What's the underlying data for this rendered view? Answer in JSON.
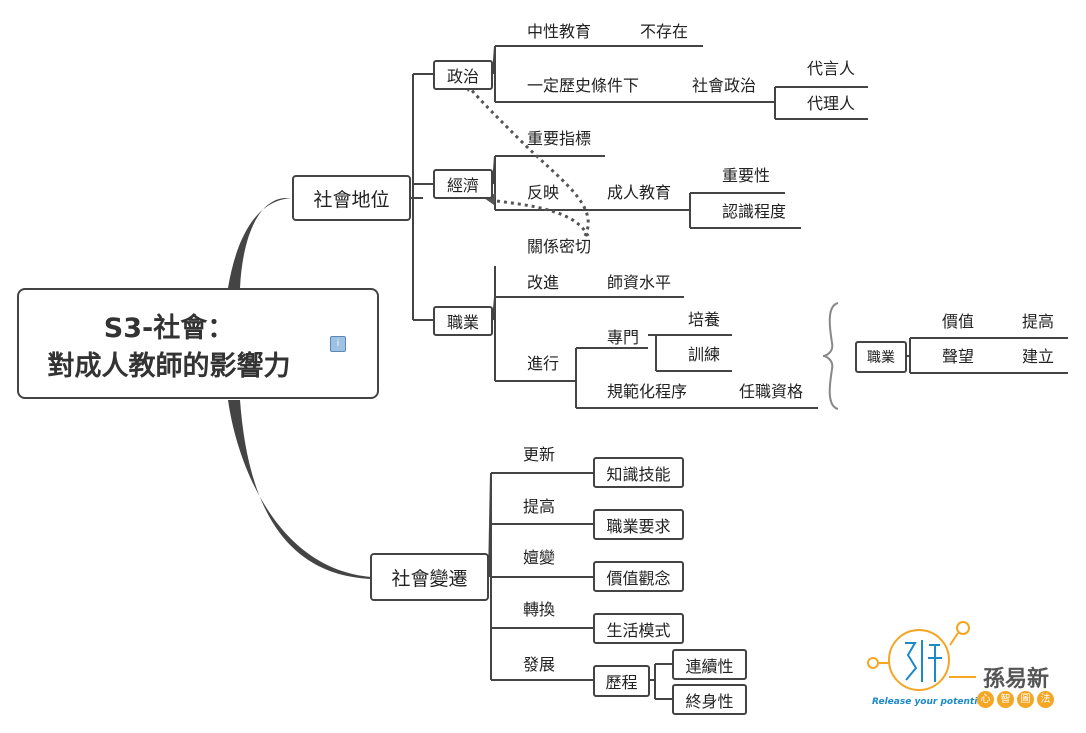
{
  "root": {
    "title_line1": "S3-社會：",
    "title_line2": "對成人教師的影響力",
    "note_icon": "note-icon"
  },
  "branches": {
    "status": {
      "label": "社會地位",
      "politics": {
        "label": "政治",
        "neutral_edu": "中性教育",
        "not_exist": "不存在",
        "historical": "一定歷史條件下",
        "social_politics": "社會政治",
        "spokesperson": "代言人",
        "agent": "代理人"
      },
      "economy": {
        "label": "經濟",
        "key_indicator": "重要指標",
        "reflect": "反映",
        "adult_edu": "成人教育",
        "importance": "重要性",
        "awareness": "認識程度",
        "close_relation": "關係密切"
      },
      "profession": {
        "label": "職業",
        "improve": "改進",
        "teacher_level": "師資水平",
        "proceed": "進行",
        "specialized": "專門",
        "cultivate": "培養",
        "train": "訓練",
        "standardize": "規範化程序",
        "qualification": "任職資格",
        "career": "職業",
        "value": "價值",
        "raise": "提高",
        "reputation": "聲望",
        "establish": "建立"
      }
    },
    "change": {
      "label": "社會變遷",
      "items": [
        {
          "verb": "更新",
          "noun": "知識技能"
        },
        {
          "verb": "提高",
          "noun": "職業要求"
        },
        {
          "verb": "嬗變",
          "noun": "價值觀念"
        },
        {
          "verb": "轉換",
          "noun": "生活模式"
        },
        {
          "verb": "發展",
          "noun": "歷程"
        }
      ],
      "continuity": "連續性",
      "lifelong": "終身性"
    }
  },
  "logo": {
    "name": "孫易新",
    "slogan": "Release your potential",
    "chars": [
      "心",
      "智",
      "圖",
      "法"
    ],
    "colors": {
      "orange": "#f5a623",
      "blue": "#1b8ac7"
    }
  }
}
